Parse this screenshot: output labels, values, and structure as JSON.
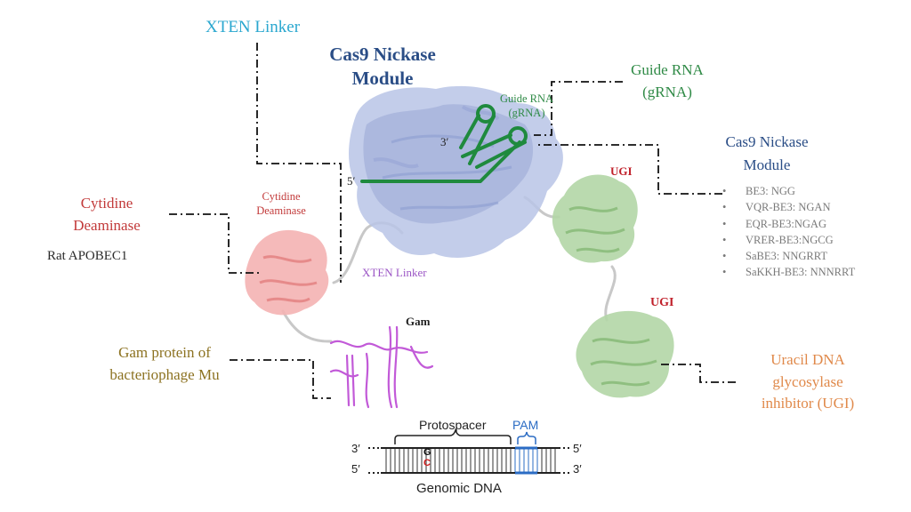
{
  "labels": {
    "xten_linker_top": "XTEN Linker",
    "cas9_title": "Cas9 Nickase Module",
    "guide_rna": "Guide RNA (gRNA)",
    "guide_rna_small": "Guide RNA (gRNA)",
    "grna_3prime": "3′",
    "grna_5prime": "5′",
    "cas9_right": "Cas9 Nickase Module",
    "cytidine_deaminase": "Cytidine Deaminase",
    "rat_apobec1": "Rat APOBEC1",
    "cytidine_deaminase_small": "Cytidine Deaminase",
    "xten_linker_small": "XTEN Linker",
    "ugi_top": "UGI",
    "ugi_bottom": "UGI",
    "gam": "Gam",
    "gam_protein": "Gam protein of bacteriophage Mu",
    "uracil_inhibitor": "Uracil DNA glycosylase inhibitor (UGI)"
  },
  "variants": [
    "BE3: NGG",
    "VQR-BE3: NGAN",
    "EQR-BE3:NGAG",
    "VRER-BE3:NGCG",
    "SaBE3: NNGRRT",
    "SaKKH-BE3: NNNRRT"
  ],
  "variant_bullet": "•",
  "dna": {
    "protospacer": "Protospacer",
    "pam": "PAM",
    "genomic_dna": "Genomic DNA",
    "top_left_end": "3′",
    "top_right_end": "5′",
    "bottom_left_end": "5′",
    "bottom_right_end": "3′",
    "base_g": "G",
    "base_c": "C"
  },
  "colors": {
    "cas9_blue": "#2a4d86",
    "cas9_protein": "#a9b6de",
    "grna_green": "#2f8a46",
    "cytidine_red": "#c23a3a",
    "cytidine_protein": "#f0a3a3",
    "ugi_protein": "#a6cc98",
    "gam_protein": "#c25ad8",
    "xten_cyan": "#2aa7cf",
    "xten_purple": "#9b55c5",
    "gam_gold": "#8c7221",
    "udg_orange": "#e0894a",
    "pam_blue": "#2b6cc4"
  }
}
